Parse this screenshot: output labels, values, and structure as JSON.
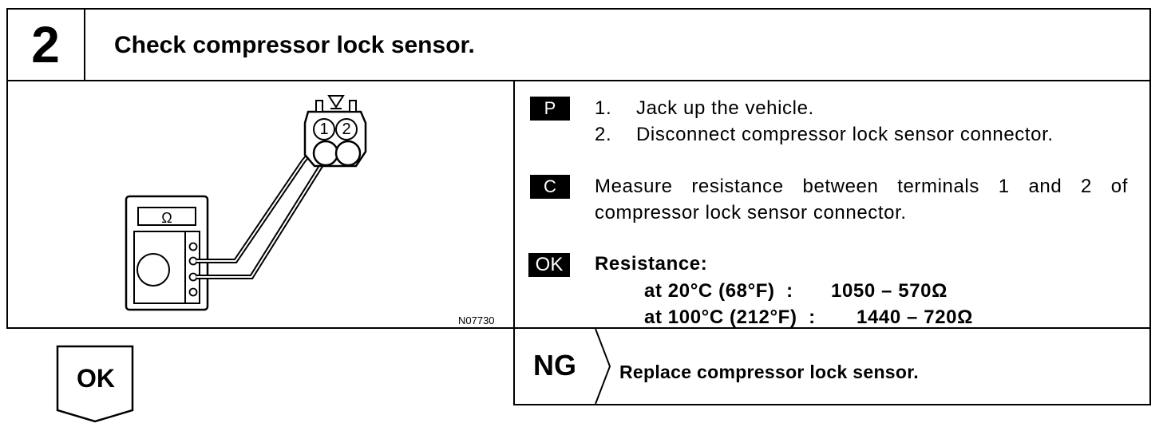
{
  "step": {
    "number": "2",
    "title": "Check compressor lock sensor."
  },
  "diagram": {
    "meter_symbol": "Ω",
    "pin1": "1",
    "pin2": "2",
    "image_id": "N07730"
  },
  "procedure": {
    "prepare_badge": "P",
    "prepare_steps": [
      {
        "num": "1.",
        "text": "Jack up the vehicle."
      },
      {
        "num": "2.",
        "text": "Disconnect compressor lock sensor connector."
      }
    ],
    "check_badge": "C",
    "check_line1": "Measure resistance between terminals 1 and 2 of",
    "check_line2": "compressor lock sensor connector.",
    "ok_badge": "OK",
    "ok_label": "Resistance:",
    "ok_line1_cond": "at 20°C (68°F)  :",
    "ok_line1_value": "1050 – 570Ω",
    "ok_line2_cond": "at 100°C (212°F)  :",
    "ok_line2_value": "1440 – 720Ω"
  },
  "ng": {
    "label": "NG",
    "action": "Replace compressor lock sensor."
  },
  "ok_arrow": {
    "label": "OK"
  }
}
